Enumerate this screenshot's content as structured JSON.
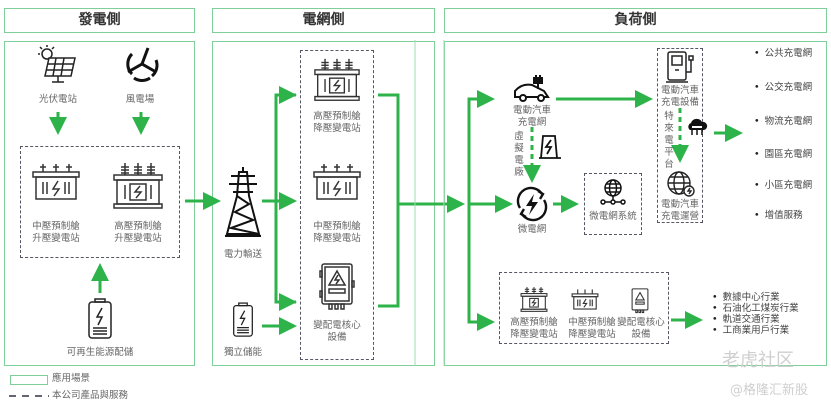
{
  "headers": {
    "generation": "發電側",
    "grid": "電網側",
    "load": "負荷側"
  },
  "generation": {
    "solar": "光伏電站",
    "wind": "風電場",
    "mv_step_up": [
      "中壓預制艙",
      "升壓變電站"
    ],
    "hv_step_up": [
      "高壓預制艙",
      "升壓變電站"
    ],
    "storage": "可再生能源配儲"
  },
  "grid": {
    "transmission": "電力輸送",
    "independent_storage": "獨立儲能",
    "hv_step_down": [
      "高壓預制艙",
      "降壓變電站"
    ],
    "mv_step_down": [
      "中壓預制艙",
      "降壓變電站"
    ],
    "core_equipment": [
      "變配電核心",
      "設備"
    ]
  },
  "load": {
    "ev_network": [
      "電動汽車",
      "充電網"
    ],
    "virtual_plant": [
      "虛",
      "擬",
      "電",
      "廠"
    ],
    "microgrid": "微電網",
    "microgrid_system": "微電網系統",
    "ev_equipment": [
      "電動汽車",
      "充電設備"
    ],
    "tgood_platform": [
      "特",
      "來",
      "電",
      "平",
      "台"
    ],
    "ev_operation": [
      "電動汽車",
      "充電運營"
    ],
    "ev_uses": [
      "公共充電網",
      "公交充電網",
      "物流充電網",
      "園區充電網",
      "小區充電網",
      "增值服務"
    ],
    "bottom_hv": [
      "高壓預制艙",
      "降壓變電站"
    ],
    "bottom_mv": [
      "中壓預制艙",
      "降壓變電站"
    ],
    "bottom_core": [
      "變配電核心",
      "設備"
    ],
    "industries": [
      "數據中心行業",
      "石油化工煤炭行業",
      "軌道交通行業",
      "工商業用戶行業"
    ]
  },
  "legend": {
    "scenario": "應用場景",
    "products": "本公司產品與服務"
  },
  "watermark": {
    "main": "老虎社区",
    "sub": "@格隆汇新股"
  },
  "colors": {
    "arrow_green": "#2db34a",
    "panel_border": "#7fcf9a",
    "dash_border": "#556677"
  }
}
